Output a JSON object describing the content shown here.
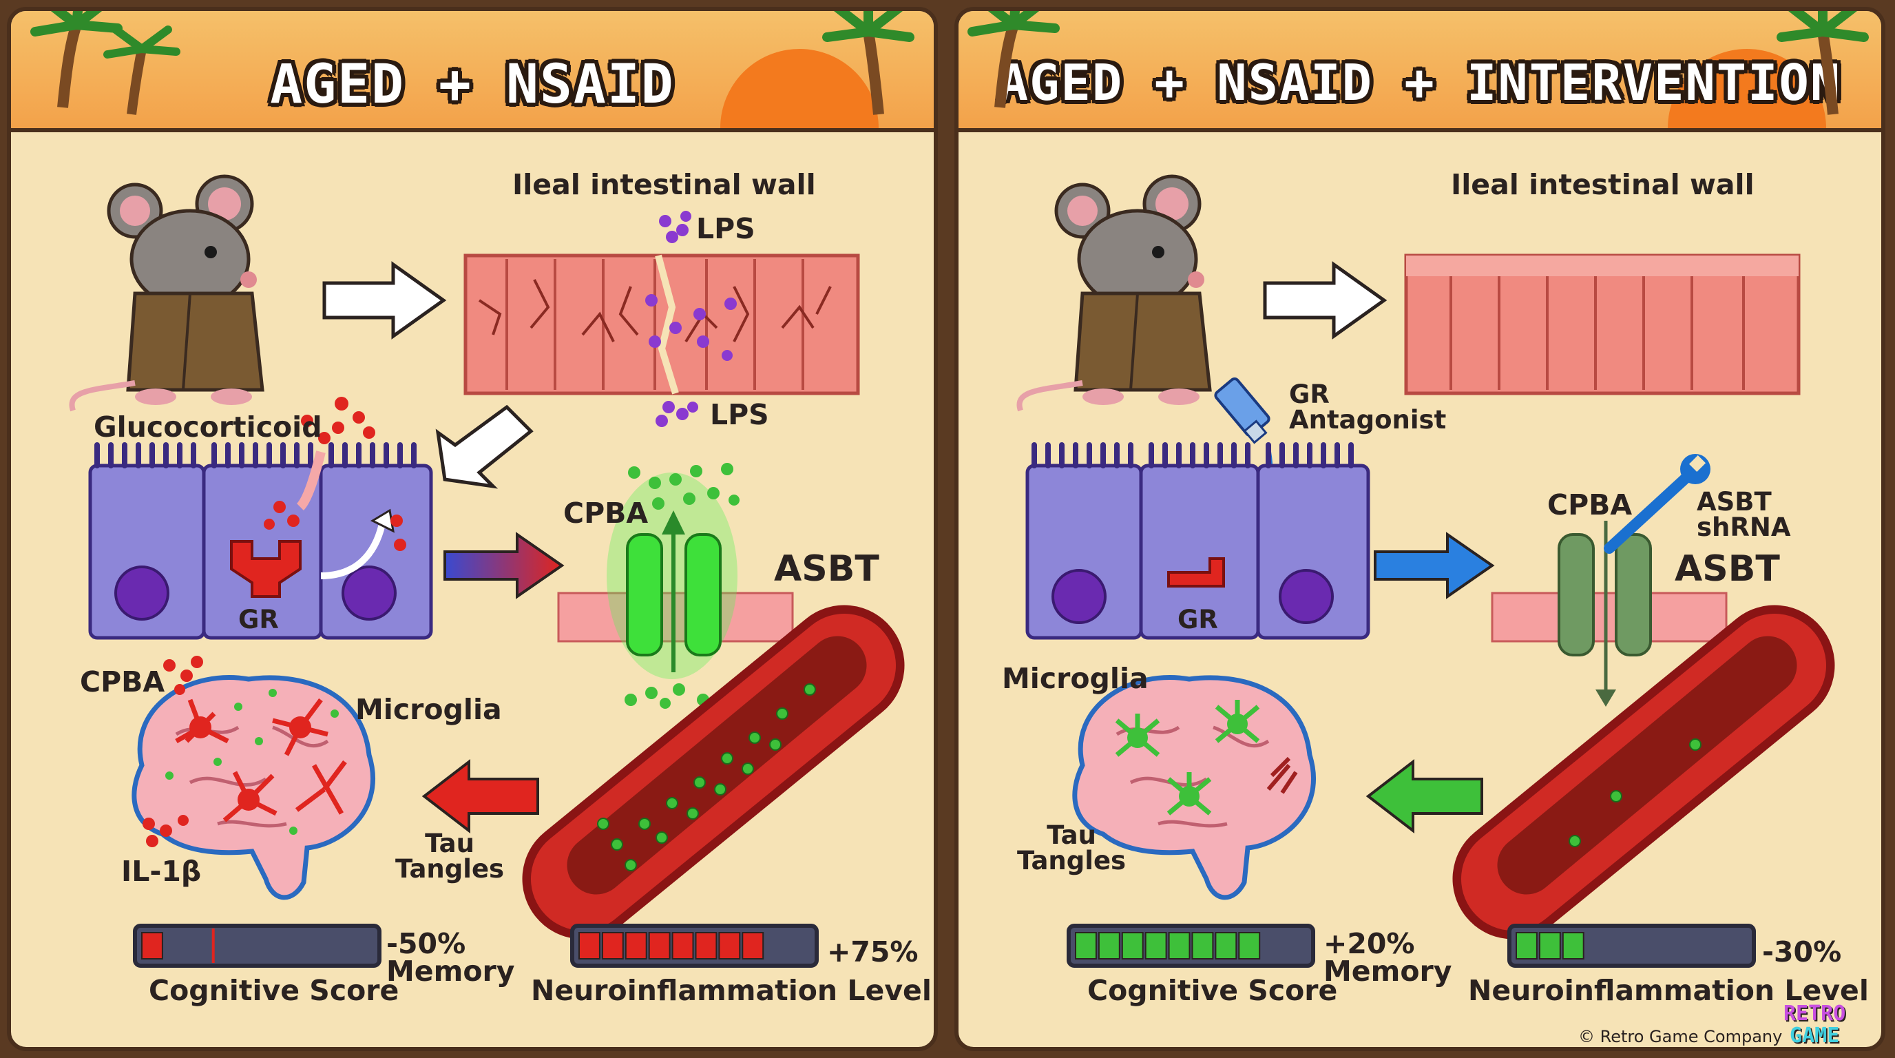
{
  "left": {
    "title": "AGED + NSAID",
    "wall_label": "Ileal intestinal wall",
    "lps_top": "LPS",
    "lps_bottom": "LPS",
    "glucocorticoid": "Glucocorticoid",
    "gr": "GR",
    "cpba": "CPBA",
    "asbt": "ASBT",
    "brain_cpba": "CPBA",
    "microglia": "Microglia",
    "il1b": "IL-1β",
    "tau": [
      "Tau",
      "Tangles"
    ],
    "cognitive": {
      "change": "-50%",
      "sub": "Memory",
      "label": "Cognitive Score",
      "filled_segments": 1,
      "total_segments": 10
    },
    "neuro": {
      "change": "+75%",
      "label": "Neuroinflammation Level",
      "filled_segments": 8,
      "total_segments": 10
    }
  },
  "right": {
    "title": "AGED + NSAID + INTERVENTION",
    "wall_label": "Ileal intestinal wall",
    "gr_antagonist": [
      "GR",
      "Antagonist"
    ],
    "gr": "GR",
    "cpba": "CPBA",
    "asbt_shrna": [
      "ASBT",
      "shRNA"
    ],
    "asbt": "ASBT",
    "microglia": "Microglia",
    "tau": [
      "Tau",
      "Tangles"
    ],
    "cognitive": {
      "change": "+20%",
      "sub": "Memory",
      "label": "Cognitive Score",
      "filled_segments": 8,
      "total_segments": 10
    },
    "neuro": {
      "change": "-30%",
      "label": "Neuroinflammation Level",
      "filled_segments": 3,
      "total_segments": 10
    }
  },
  "copyright": "© Retro Game Company",
  "logo": [
    "RETRO",
    "GAME"
  ],
  "colors": {
    "inflamed": "#e0251f",
    "healthy": "#3fbf3a",
    "asbt_active": "#3ee03a",
    "asbt_blocked": "#6f9a62",
    "cell": "#8d86d8",
    "panel_bg": "#f6e3b6",
    "sky": "#f5b45a"
  }
}
